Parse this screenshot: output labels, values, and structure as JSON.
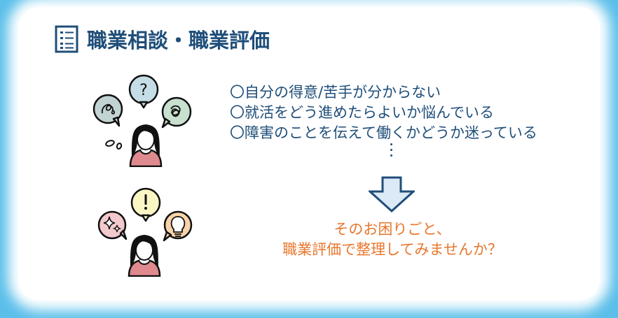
{
  "header": {
    "title": "職業相談・職業評価",
    "icon": "list-document-icon"
  },
  "concerns": {
    "items": [
      "〇自分の得意/苦手が分からない",
      "〇就活をどう進めたらよいか悩んでいる",
      "〇障害のことを伝えて働くかどうか迷っている"
    ],
    "more_icon": "vertical-ellipsis-icon"
  },
  "arrow": {
    "icon": "down-arrow-icon",
    "fill": "#dce9f6",
    "stroke": "#1f4e79"
  },
  "message": {
    "line1": "そのお困りごと、",
    "line2": "職業評価で整理してみませんか？"
  },
  "illustrations": {
    "worried": {
      "icon": "worried-woman-icon",
      "bubbles": [
        "tangled-scribble-bubble",
        "question-mark-bubble",
        "messy-scribble-bubble"
      ]
    },
    "resolved": {
      "icon": "inspired-woman-icon",
      "bubbles": [
        "sparkle-bubble",
        "exclamation-bubble",
        "lightbulb-bubble"
      ]
    }
  },
  "colors": {
    "title": "#1f4e79",
    "text": "#1f4e79",
    "accent": "#e8772e",
    "frame": "#5bbfea"
  }
}
